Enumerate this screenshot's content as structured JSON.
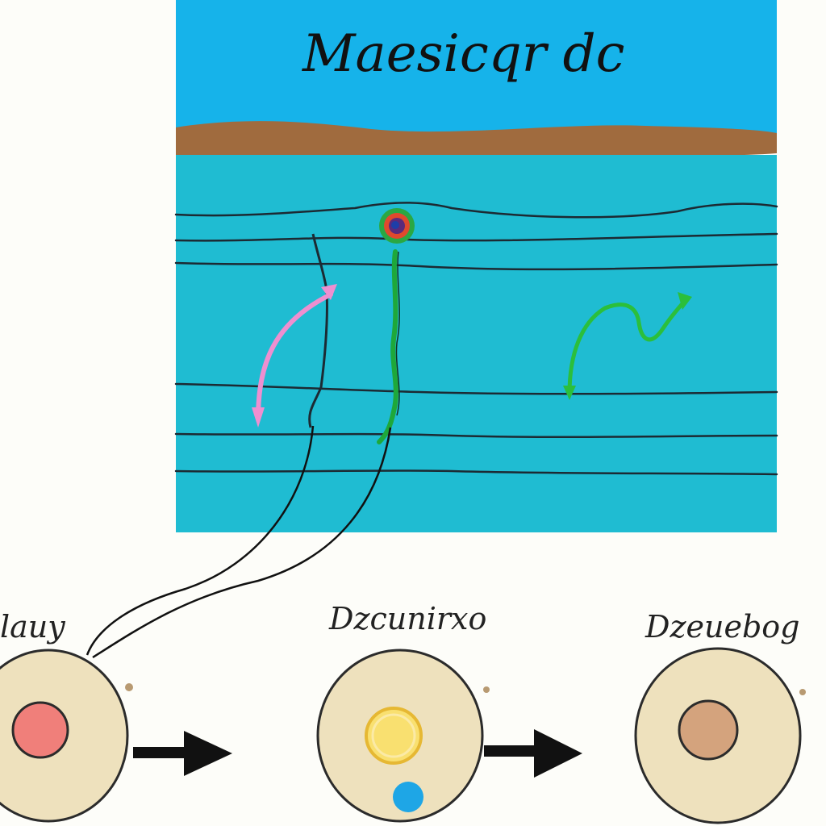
{
  "diagram": {
    "title": "Maesicqr dc",
    "cells": [
      {
        "label": "lauy",
        "nucleus_color": "#f07f7a"
      },
      {
        "label": "Dzcunirxo",
        "nucleus_color": "#f9e070",
        "inner_dot_color": "#1ea6e6"
      },
      {
        "label": "Dzeuebog",
        "nucleus_color": "#d4a37d"
      }
    ],
    "colors": {
      "sky": "#16b3ea",
      "soil": "#a06b3e",
      "water": "#1fbcd2",
      "cell_membrane": "#eee1bd",
      "pink_arrow": "#ee8fd0",
      "green_arrow": "#2bbf3b"
    }
  }
}
